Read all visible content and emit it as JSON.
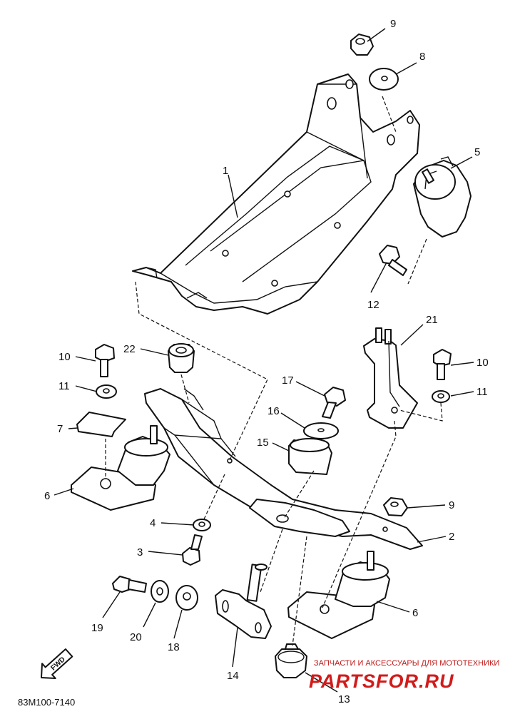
{
  "diagram": {
    "callouts": [
      "1",
      "2",
      "3",
      "4",
      "5",
      "6",
      "6",
      "7",
      "8",
      "9",
      "9",
      "10",
      "10",
      "11",
      "11",
      "12",
      "13",
      "14",
      "15",
      "16",
      "17",
      "18",
      "19",
      "20",
      "21",
      "22"
    ],
    "part_code": "83M100-7140",
    "direction_arrow": "FWD",
    "watermark": {
      "caption": "ЗАПЧАСТИ И АКСЕССУАРЫ ДЛЯ МОТОТЕХНИКИ",
      "brand": "PARTSFOR.RU",
      "brand_color": "#d11b1b"
    }
  }
}
